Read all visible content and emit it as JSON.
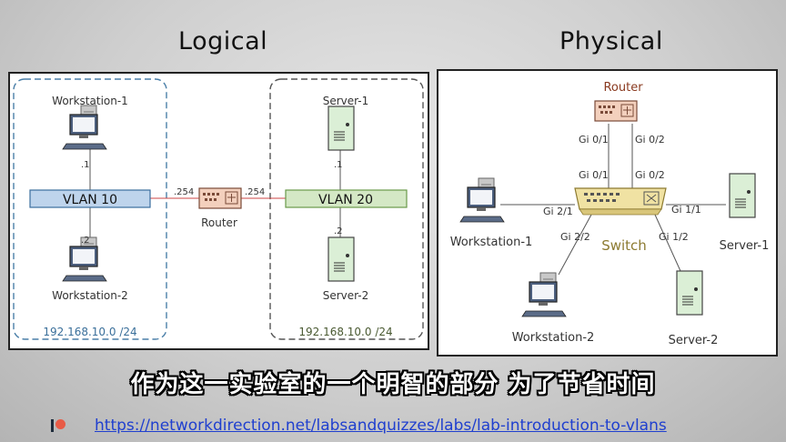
{
  "logical": {
    "heading": "Logical",
    "workstation1": "Workstation-1",
    "workstation2": "Workstation-2",
    "server1": "Server-1",
    "server2": "Server-2",
    "vlan10": "VLAN 10",
    "vlan20": "VLAN 20",
    "router": "Router",
    "ip_ws1": ".1",
    "ip_ws2": ".2",
    "ip_sv1": ".1",
    "ip_sv2": ".2",
    "ip_router_left": ".254",
    "ip_router_right": ".254",
    "subnet_left": "192.168.10.0 /24",
    "subnet_right": "192.168.10.0 /24"
  },
  "physical": {
    "heading": "Physical",
    "router": "Router",
    "switch": "Switch",
    "workstation1": "Workstation-1",
    "workstation2": "Workstation-2",
    "server1": "Server-1",
    "server2": "Server-2",
    "router_gi01": "Gi 0/1",
    "router_gi02": "Gi 0/2",
    "switch_gi01": "Gi 0/1",
    "switch_gi02": "Gi 0/2",
    "gi21": "Gi 2/1",
    "gi22": "Gi 2/2",
    "gi11": "Gi 1/1",
    "gi12": "Gi 1/2"
  },
  "subtitle": "作为这一实验室的一个明智的部分 为了节省时间",
  "footer": {
    "url": "https://networkdirection.net/labsandquizzes/labs/lab-introduction-to-vlans"
  }
}
